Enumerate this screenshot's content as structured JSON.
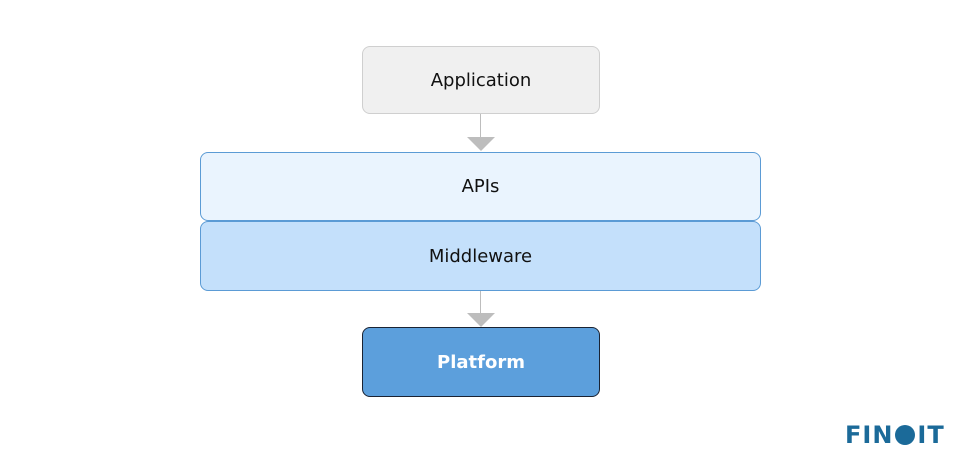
{
  "diagram": {
    "nodes": [
      {
        "id": "application",
        "label": "Application"
      },
      {
        "id": "apis",
        "label": "APIs"
      },
      {
        "id": "middleware",
        "label": "Middleware"
      },
      {
        "id": "platform",
        "label": "Platform"
      }
    ],
    "edges": [
      {
        "from": "application",
        "to": "apis"
      },
      {
        "from": "middleware",
        "to": "platform"
      }
    ]
  },
  "logo": {
    "text": "FINOIT",
    "part1": "FIN",
    "part2": "IT",
    "color": "#1b6a99"
  },
  "colors": {
    "application": "#f0f0f0",
    "apis": "#eaf4fe",
    "middleware": "#c4e0fb",
    "platform": "#5c9fdc",
    "arrow": "#bdbdbd"
  }
}
